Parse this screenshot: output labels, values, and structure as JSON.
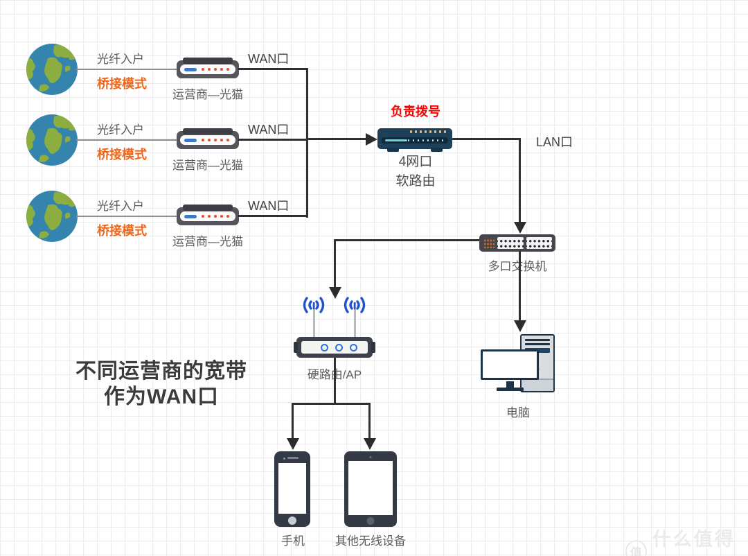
{
  "isp_rows": [
    {
      "fiber_label": "光纤入户",
      "mode_label": "桥接模式",
      "modem_label": "运营商—光猫",
      "wan_label": "WAN口"
    },
    {
      "fiber_label": "光纤入户",
      "mode_label": "桥接模式",
      "modem_label": "运营商—光猫",
      "wan_label": "WAN口"
    },
    {
      "fiber_label": "光纤入户",
      "mode_label": "桥接模式",
      "modem_label": "运营商—光猫",
      "wan_label": "WAN口"
    }
  ],
  "router": {
    "note": "负责拨号",
    "name_line1": "4网口",
    "name_line2": "软路由",
    "lan_label": "LAN口"
  },
  "switch": {
    "label": "多口交换机"
  },
  "ap": {
    "label": "硬路由/AP"
  },
  "computer": {
    "label": "电脑"
  },
  "phone": {
    "label": "手机"
  },
  "tablet": {
    "label": "其他无线设备"
  },
  "caption": {
    "line1": "不同运营商的宽带",
    "line2": "作为WAN口"
  },
  "watermark": {
    "badge": "值",
    "text": "什么值得买"
  },
  "colors": {
    "mode_orange": "#f0661a",
    "note_red": "#ff0000",
    "router_navy": "#1e4059",
    "device_dark": "#45454d",
    "wifi_blue": "#3170dd",
    "globe_ocean": "#3484ad",
    "globe_land": "#8cad3f"
  }
}
